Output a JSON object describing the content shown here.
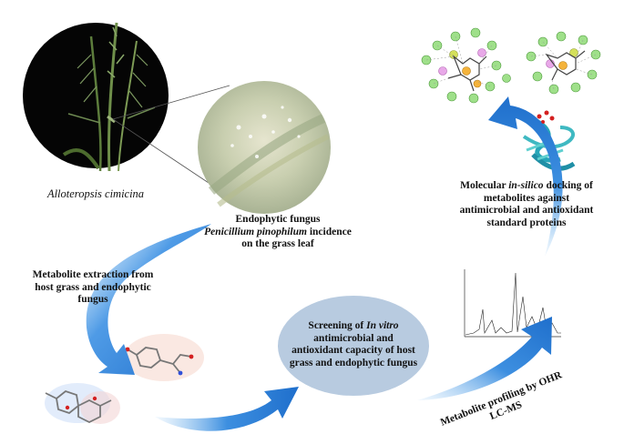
{
  "plant": {
    "name": "Alloteropsis cimicina"
  },
  "fungus": {
    "line1": "Endophytic fungus",
    "species": "Penicillium pinophilum",
    "line2_rest": " incidence",
    "line3": "on the grass leaf"
  },
  "extraction": {
    "line1": "Metabolite extraction from",
    "line2": "host grass and endophytic",
    "line3": "fungus"
  },
  "screening": {
    "line1_pre": "Screening of ",
    "line1_em": "In vitro",
    "line2": "antimicrobial and",
    "line3": "antioxidant capacity of host",
    "line4": "grass and endophytic fungus"
  },
  "profiling": {
    "line1": "Metabolite profiling by OHR",
    "line2": "LC-MS"
  },
  "docking": {
    "line1_pre": "Molecular ",
    "line1_em": "in-silico",
    "line1_post": " docking of",
    "line2": "metabolites against",
    "line3": "antimicrobial and antioxidant",
    "line4": "standard proteins"
  },
  "colors": {
    "arrow_blue": "#2b7fd9",
    "ellipse": "#b8cbe0",
    "night": "#050505",
    "leaf": "#cdd2b4"
  }
}
